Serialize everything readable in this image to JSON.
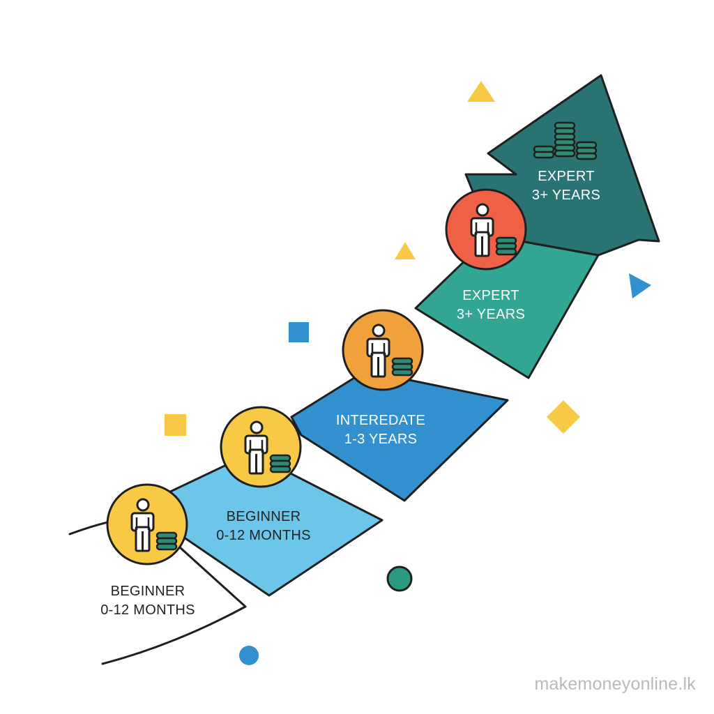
{
  "stages": [
    {
      "title": "BEGINNER",
      "duration": "0-12 MONTHS",
      "color": "#ffffff"
    },
    {
      "title": "BEGINNER",
      "duration": "0-12 MONTHS",
      "color": "#6cc6ea"
    },
    {
      "title": "INTEREDATE",
      "duration": "1-3 YEARS",
      "color": "#3190cd"
    },
    {
      "title": "EXPERT",
      "duration": "3+ YEARS",
      "color": "#33a693"
    },
    {
      "title": "EXPERT",
      "duration": "3+ YEARS",
      "color": "#297472"
    }
  ],
  "badges": [
    {
      "color": "#f7c945",
      "icon": "person-with-coins-icon"
    },
    {
      "color": "#f7c945",
      "icon": "person-with-coins-icon"
    },
    {
      "color": "#f0a13c",
      "icon": "person-with-coins-icon"
    },
    {
      "color": "#ee6147",
      "icon": "person-with-coins-icon"
    }
  ],
  "colors": {
    "outline": "#1f1f1f",
    "coin": "#2d8b76",
    "yellow": "#f7c945",
    "blue": "#3190cd",
    "teal": "#2a9a82"
  },
  "watermark": "makemoneyonline.lk"
}
